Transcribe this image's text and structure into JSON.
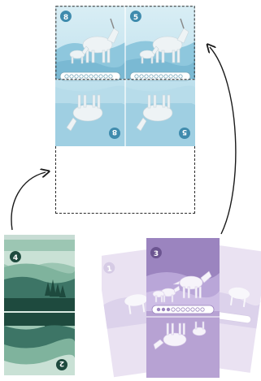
{
  "colors": {
    "ice_light": "#cde8f1",
    "ice_mid": "#9fd0e2",
    "ice_dark": "#6fb3cf",
    "forest_dark": "#1f4f44",
    "forest_mid": "#5d9b86",
    "forest_light": "#b9d9c9",
    "purple_dark": "#8f78ad",
    "purple_mid": "#c7b6dd",
    "purple_light": "#e8def2",
    "dashed": "#2a2a2a",
    "arrow": "#1a1a1a"
  },
  "board": {
    "tiles": [
      {
        "number_top": "8",
        "number_bottom": "8",
        "animal": "mountain-goat-icon"
      },
      {
        "number_top": "5",
        "number_bottom": "5",
        "animal": "mountain-goat-icon"
      }
    ],
    "empty_slot_name": "empty-placement-slot"
  },
  "hand": {
    "forest_card": {
      "number_top": "4",
      "number_bottom": "2"
    },
    "purple_cards": [
      {
        "number": "1",
        "animal": "wolf-icon"
      },
      {
        "number": "3",
        "animal": "wolf-icon"
      },
      {
        "number": "",
        "animal": "wolf-icon"
      }
    ]
  }
}
